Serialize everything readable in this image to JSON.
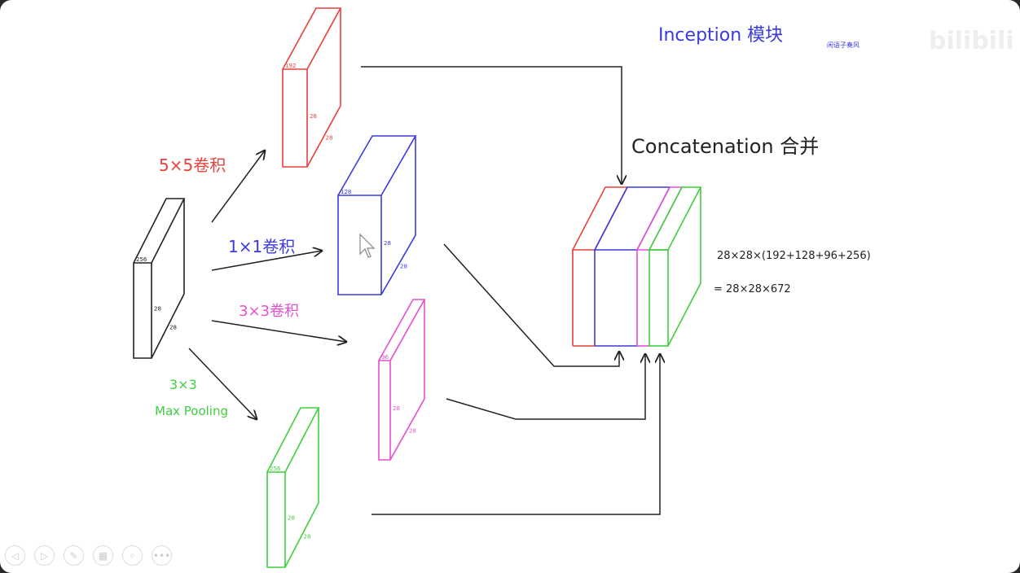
{
  "title": "Inception 模块",
  "watermark_small": "闲语子奏风",
  "brand": "bilibili",
  "concat_label": "Concatenation 合并",
  "formula_line1": "28×28×(192+128+96+256)",
  "formula_line2": "= 28×28×672",
  "branches": {
    "conv5": "5×5卷积",
    "conv1": "1×1卷积",
    "conv3": "3×3卷积",
    "pool_line1": "3×3",
    "pool_line2": "Max Pooling"
  },
  "blocks": {
    "input": {
      "depth": "256",
      "h": "28",
      "w": "28"
    },
    "red": {
      "depth": "192",
      "h": "28",
      "w": "28"
    },
    "blue": {
      "depth": "128",
      "h": "28",
      "w": "28"
    },
    "pink": {
      "depth": "96",
      "h": "28",
      "w": "28"
    },
    "green": {
      "depth": "256",
      "h": "28",
      "w": "28"
    }
  },
  "colors": {
    "red": "#e8413c",
    "blue": "#3a3ae0",
    "pink": "#e64fd0",
    "green": "#3fcf3f",
    "black": "#222222"
  },
  "controls": [
    "prev-icon",
    "next-icon",
    "pen-icon",
    "slides-icon",
    "zoom-icon",
    "more-icon"
  ]
}
